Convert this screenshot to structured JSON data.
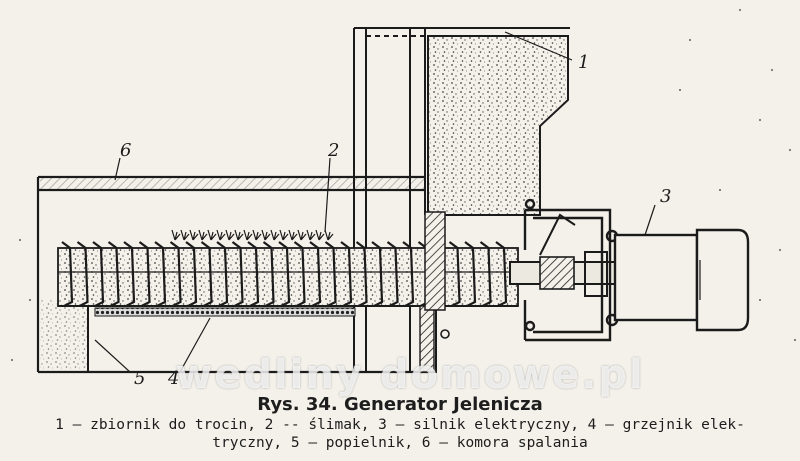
{
  "figure": {
    "callouts": {
      "c1": "1",
      "c2": "2",
      "c3": "3",
      "c4": "4",
      "c5": "5",
      "c6": "6"
    }
  },
  "watermark": "wedliny domowe.pl",
  "caption": {
    "title": "Rys. 34. Generator Jelenicza",
    "line1": "1 — zbiornik do trocin, 2 -- ślimak, 3 — silnik elektryczny, 4 — grzejnik elek-",
    "line2": "tryczny, 5 — popielnik, 6 — komora spalania"
  }
}
